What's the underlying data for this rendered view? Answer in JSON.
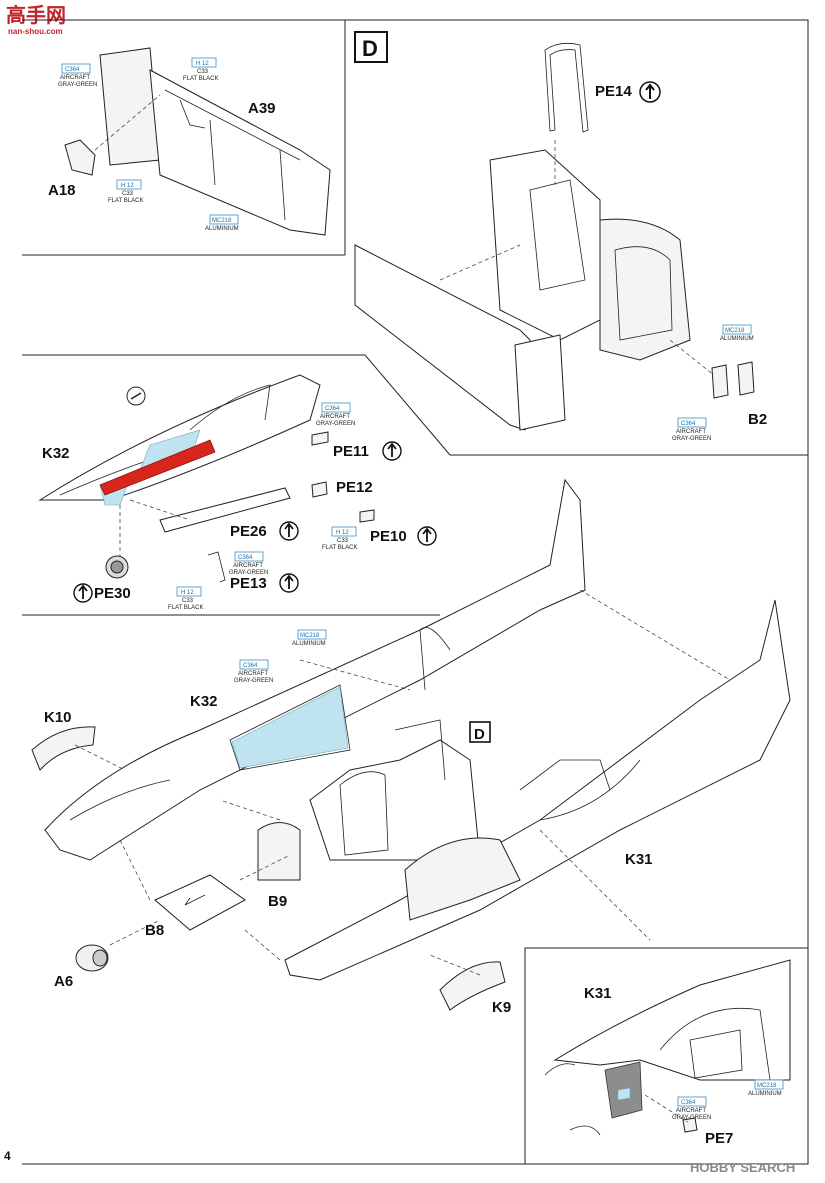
{
  "watermark_top": {
    "logo": "高手网",
    "url": "nan-shou.com"
  },
  "watermark_bottom": {
    "text": "HOBBY SEARCH"
  },
  "page_number": "4",
  "section_mark": "D",
  "labels": {
    "a39": "A39",
    "a18": "A18",
    "pe14": "PE14",
    "b2": "B2",
    "k32_top": "K32",
    "pe11": "PE11",
    "pe12": "PE12",
    "pe10": "PE10",
    "pe26": "PE26",
    "pe13": "PE13",
    "pe30": "PE30",
    "k10": "K10",
    "k32": "K32",
    "b9": "B9",
    "b8": "B8",
    "a6": "A6",
    "k9": "K9",
    "k31": "K31",
    "k31_detail": "K31",
    "pe7": "PE7"
  },
  "colors": {
    "c364": {
      "code": "C364",
      "line1": "AIRCRAFT",
      "line2": "GRAY-GREEN"
    },
    "h12": {
      "code": "H 12",
      "line1": "C33",
      "line2": "FLAT BLACK"
    },
    "mc218": {
      "code": "MC218",
      "line1": "ALUMINIUM"
    }
  },
  "arrow_icon": "photo-etch-arrow-icon",
  "palette": {
    "line": "#222222",
    "callout": "#3b8fc4",
    "canopy_blue": "#bfe3ef",
    "highlight_red": "#d9261c"
  }
}
